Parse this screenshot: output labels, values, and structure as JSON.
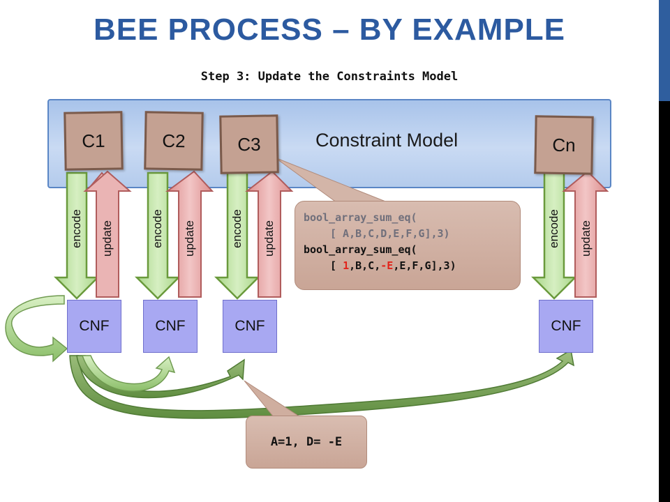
{
  "title": "BEE PROCESS – BY EXAMPLE",
  "subtitle": "Step 3: Update the Constraints Model",
  "model_label": "Constraint Model",
  "constraints": [
    "C1",
    "C2",
    "C3",
    "Cn"
  ],
  "cnf_label": "CNF",
  "encode_label": "encode",
  "update_label": "update",
  "code_bubble": {
    "line1": "bool_array_sum_eq(",
    "line2": "[ A,B,C,D,E,F,G],3)",
    "line3": "bool_array_sum_eq(",
    "line4_prefix": "[ ",
    "line4_red1": "1",
    "line4_mid": ",B,C,",
    "line4_red2": "-E",
    "line4_suffix": ",E,F,G],3)"
  },
  "assignment_bubble": "A=1, D= -E",
  "colors": {
    "title": "#2c5aa0",
    "encode_arrow": "#b9df9b",
    "update_arrow": "#e6a3a3",
    "cnf_box": "#a8a8f2",
    "constraint_box": "#c4a192",
    "model_box": "#b4cbec",
    "highlight": "#e2231a"
  }
}
